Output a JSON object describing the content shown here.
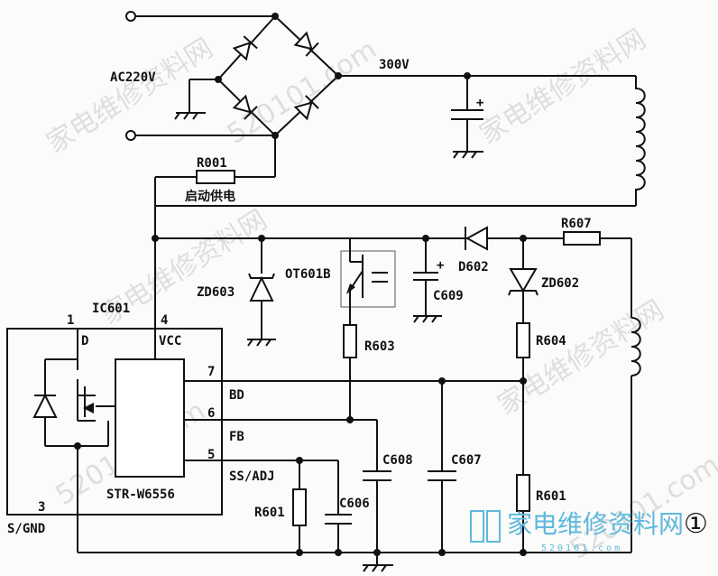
{
  "labels": {
    "ac_input": "AC220V",
    "dc_bus": "300V",
    "r001": "R001",
    "startup_supply": "启动供电",
    "ic_ref": "IC601",
    "ic_part": "STR-W6556",
    "pin1": "1",
    "pin3": "3",
    "pin4": "4",
    "pin5": "5",
    "pin6": "6",
    "pin7": "7",
    "pin_d": "D",
    "pin_vcc": "VCC",
    "pin_bd": "BD",
    "pin_fb": "FB",
    "pin_ssadj": "SS/ADJ",
    "pin_sgnd": "S/GND",
    "zd603": "ZD603",
    "ot601b": "OT601B",
    "r603": "R603",
    "c609": "C609",
    "d602": "D602",
    "r607": "R607",
    "zd602": "ZD602",
    "r604": "R604",
    "c608": "C608",
    "c607": "C607",
    "r601": "R601",
    "r601b": "R601",
    "c606": "C606",
    "figure_no": "①",
    "plus_main": "+",
    "plus_c609": "+"
  },
  "watermarks": {
    "cn": "家电维修资料网",
    "site": "520101.com",
    "logo_text": "家电维修资料网",
    "logo_url": "520101.com"
  }
}
